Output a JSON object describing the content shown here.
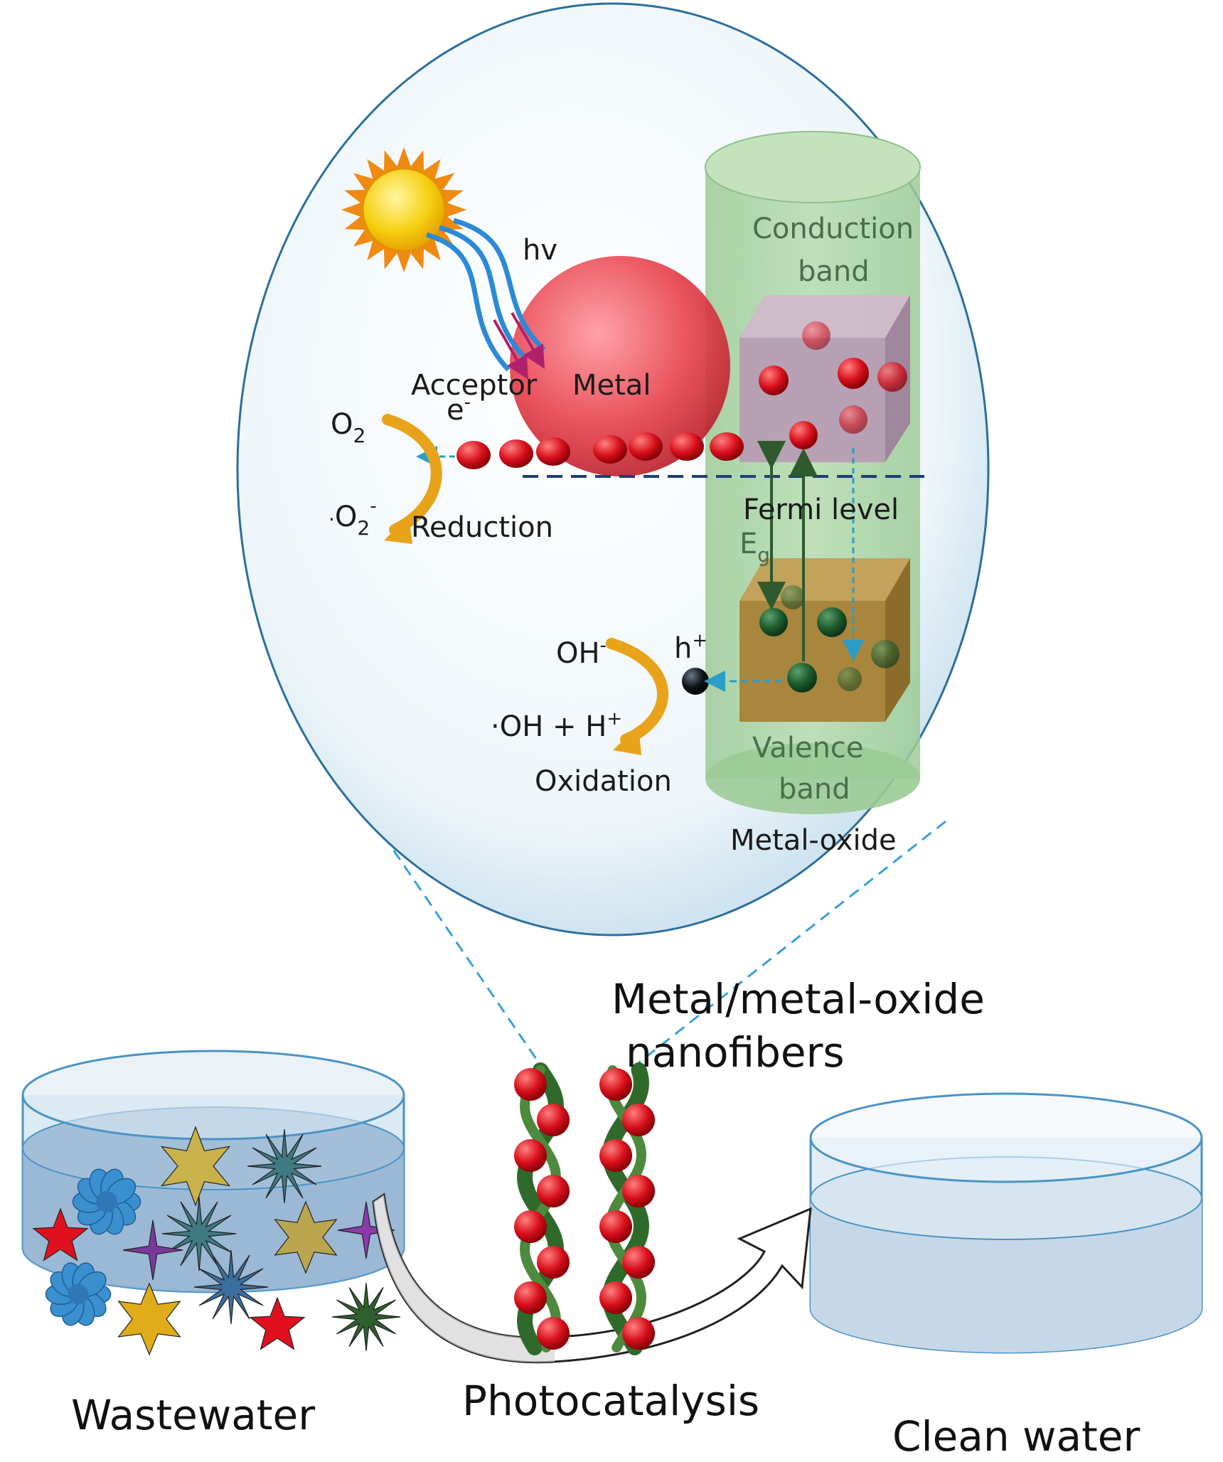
{
  "labels": {
    "hv": "hv",
    "acceptor": "Acceptor",
    "electron": "e",
    "electron_sup": "-",
    "metal": "Metal",
    "conduction_band_1": "Conduction",
    "conduction_band_2": "band",
    "o2_base": "O",
    "o2_sub": "2",
    "superoxide_dot": "·",
    "superoxide_base": "O",
    "superoxide_sub": "2",
    "superoxide_sup": "-",
    "reduction": "Reduction",
    "fermi_level": "Fermi level",
    "eg_base": "E",
    "eg_sub": "g",
    "oh_minus_base": "OH",
    "oh_minus_sup": "-",
    "hole_base": "h",
    "hole_sup": "+",
    "oh_radical": "·OH + H",
    "oh_radical_sup": "+",
    "oxidation": "Oxidation",
    "valence_band_1": "Valence",
    "valence_band_2": "band",
    "metal_oxide": "Metal-oxide",
    "nanofibers_1": "Metal/metal-oxide",
    "nanofibers_2": "nanofibers",
    "wastewater": "Wastewater",
    "photocatalysis": "Photocatalysis",
    "clean_water": "Clean water"
  },
  "colors": {
    "metal_sphere": "#e8434f",
    "metal_oxide_cylinder": "#a9d3a2",
    "conduction_cube": "#b79ab4",
    "valence_cube": "#a8863e",
    "electron": "#d8101c",
    "hole": "#1c5b2c",
    "water": "#8fb0cf",
    "clean_water": "#c6d8e8",
    "orange_arrow": "#e8a31a",
    "dashed_blue": "#3aa0d8",
    "fermi_dash": "#1c3f78"
  },
  "icons": {
    "sun": "sun-icon",
    "light_waves": "light-wave-icon",
    "pollutant_star": "star-icon",
    "pollutant_flower": "flower-icon"
  }
}
